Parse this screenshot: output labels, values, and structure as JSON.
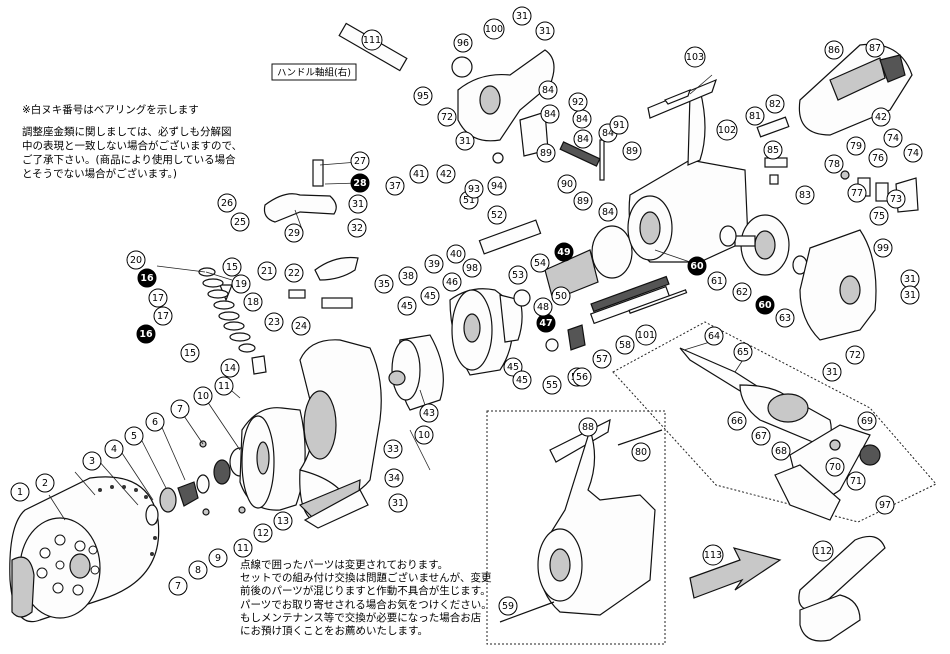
{
  "handle_axis_label": "ハンドル軸組(右)",
  "notes": {
    "top": [
      "※白ヌキ番号はベアリングを示します",
      "調整座金類に関しましては、必ずしも分解図",
      "中の表現と一致しない場合がございますので、",
      "ご了承下さい。(商品により使用している場合",
      "とそうでない場合がございます。)"
    ],
    "bottom": [
      "点線で囲ったパーツは変更されております。",
      "セットでの組み付け交換は問題ございませんが、変更",
      "前後のパーツが混じりますと作動不具合が生じます。",
      "パーツでお取り寄せされる場合お気をつけください。",
      "もしメンテナンス等で交換が必要になった場合お店",
      "にお預け頂くことをお薦めいたします。"
    ]
  },
  "callouts": [
    {
      "n": "1",
      "bearing": false
    },
    {
      "n": "2",
      "bearing": false
    },
    {
      "n": "3",
      "bearing": false
    },
    {
      "n": "4",
      "bearing": false
    },
    {
      "n": "5",
      "bearing": false
    },
    {
      "n": "6",
      "bearing": false
    },
    {
      "n": "7",
      "bearing": false
    },
    {
      "n": "7",
      "bearing": false
    },
    {
      "n": "8",
      "bearing": false
    },
    {
      "n": "9",
      "bearing": false
    },
    {
      "n": "10",
      "bearing": false
    },
    {
      "n": "10",
      "bearing": false
    },
    {
      "n": "11",
      "bearing": false
    },
    {
      "n": "11",
      "bearing": false
    },
    {
      "n": "12",
      "bearing": false
    },
    {
      "n": "13",
      "bearing": false
    },
    {
      "n": "14",
      "bearing": false
    },
    {
      "n": "15",
      "bearing": false
    },
    {
      "n": "15",
      "bearing": false
    },
    {
      "n": "16",
      "bearing": true
    },
    {
      "n": "16",
      "bearing": true
    },
    {
      "n": "17",
      "bearing": false
    },
    {
      "n": "17",
      "bearing": false
    },
    {
      "n": "18",
      "bearing": false
    },
    {
      "n": "19",
      "bearing": false
    },
    {
      "n": "20",
      "bearing": false
    },
    {
      "n": "21",
      "bearing": false
    },
    {
      "n": "22",
      "bearing": false
    },
    {
      "n": "23",
      "bearing": false
    },
    {
      "n": "24",
      "bearing": false
    },
    {
      "n": "25",
      "bearing": false
    },
    {
      "n": "26",
      "bearing": false
    },
    {
      "n": "27",
      "bearing": false
    },
    {
      "n": "28",
      "bearing": true
    },
    {
      "n": "29",
      "bearing": false
    },
    {
      "n": "31",
      "bearing": false
    },
    {
      "n": "31",
      "bearing": false
    },
    {
      "n": "31",
      "bearing": false
    },
    {
      "n": "31",
      "bearing": false
    },
    {
      "n": "31",
      "bearing": false
    },
    {
      "n": "31",
      "bearing": false
    },
    {
      "n": "31",
      "bearing": false
    },
    {
      "n": "31",
      "bearing": false
    },
    {
      "n": "32",
      "bearing": false
    },
    {
      "n": "33",
      "bearing": false
    },
    {
      "n": "34",
      "bearing": false
    },
    {
      "n": "35",
      "bearing": false
    },
    {
      "n": "37",
      "bearing": false
    },
    {
      "n": "38",
      "bearing": false
    },
    {
      "n": "39",
      "bearing": false
    },
    {
      "n": "40",
      "bearing": false
    },
    {
      "n": "41",
      "bearing": false
    },
    {
      "n": "42",
      "bearing": false
    },
    {
      "n": "42",
      "bearing": false
    },
    {
      "n": "43",
      "bearing": false
    },
    {
      "n": "45",
      "bearing": false
    },
    {
      "n": "45",
      "bearing": false
    },
    {
      "n": "45",
      "bearing": false
    },
    {
      "n": "45",
      "bearing": false
    },
    {
      "n": "46",
      "bearing": false
    },
    {
      "n": "47",
      "bearing": true
    },
    {
      "n": "48",
      "bearing": false
    },
    {
      "n": "49",
      "bearing": true
    },
    {
      "n": "50",
      "bearing": false
    },
    {
      "n": "51",
      "bearing": false
    },
    {
      "n": "52",
      "bearing": false
    },
    {
      "n": "53",
      "bearing": false
    },
    {
      "n": "54",
      "bearing": false
    },
    {
      "n": "55",
      "bearing": false
    },
    {
      "n": "56",
      "bearing": false
    },
    {
      "n": "56",
      "bearing": false
    },
    {
      "n": "57",
      "bearing": false
    },
    {
      "n": "58",
      "bearing": false
    },
    {
      "n": "59",
      "bearing": false
    },
    {
      "n": "60",
      "bearing": true
    },
    {
      "n": "60",
      "bearing": true
    },
    {
      "n": "61",
      "bearing": false
    },
    {
      "n": "62",
      "bearing": false
    },
    {
      "n": "63",
      "bearing": false
    },
    {
      "n": "64",
      "bearing": false
    },
    {
      "n": "65",
      "bearing": false
    },
    {
      "n": "66",
      "bearing": false
    },
    {
      "n": "67",
      "bearing": false
    },
    {
      "n": "68",
      "bearing": false
    },
    {
      "n": "69",
      "bearing": false
    },
    {
      "n": "70",
      "bearing": false
    },
    {
      "n": "71",
      "bearing": false
    },
    {
      "n": "72",
      "bearing": false
    },
    {
      "n": "72",
      "bearing": false
    },
    {
      "n": "73",
      "bearing": false
    },
    {
      "n": "74",
      "bearing": false
    },
    {
      "n": "74",
      "bearing": false
    },
    {
      "n": "75",
      "bearing": false
    },
    {
      "n": "76",
      "bearing": false
    },
    {
      "n": "77",
      "bearing": false
    },
    {
      "n": "78",
      "bearing": false
    },
    {
      "n": "79",
      "bearing": false
    },
    {
      "n": "80",
      "bearing": false
    },
    {
      "n": "81",
      "bearing": false
    },
    {
      "n": "82",
      "bearing": false
    },
    {
      "n": "83",
      "bearing": false
    },
    {
      "n": "84",
      "bearing": false
    },
    {
      "n": "84",
      "bearing": false
    },
    {
      "n": "84",
      "bearing": false
    },
    {
      "n": "84",
      "bearing": false
    },
    {
      "n": "84",
      "bearing": false
    },
    {
      "n": "84",
      "bearing": false
    },
    {
      "n": "85",
      "bearing": false
    },
    {
      "n": "86",
      "bearing": false
    },
    {
      "n": "87",
      "bearing": false
    },
    {
      "n": "88",
      "bearing": false
    },
    {
      "n": "89",
      "bearing": false
    },
    {
      "n": "89",
      "bearing": false
    },
    {
      "n": "89",
      "bearing": false
    },
    {
      "n": "90",
      "bearing": false
    },
    {
      "n": "91",
      "bearing": false
    },
    {
      "n": "92",
      "bearing": false
    },
    {
      "n": "93",
      "bearing": false
    },
    {
      "n": "94",
      "bearing": false
    },
    {
      "n": "95",
      "bearing": false
    },
    {
      "n": "96",
      "bearing": false
    },
    {
      "n": "97",
      "bearing": false
    },
    {
      "n": "98",
      "bearing": false
    },
    {
      "n": "99",
      "bearing": false
    },
    {
      "n": "100",
      "bearing": false
    },
    {
      "n": "101",
      "bearing": false
    },
    {
      "n": "102",
      "bearing": false
    },
    {
      "n": "103",
      "bearing": false
    },
    {
      "n": "111",
      "bearing": false
    },
    {
      "n": "112",
      "bearing": false
    },
    {
      "n": "113",
      "bearing": false
    }
  ]
}
